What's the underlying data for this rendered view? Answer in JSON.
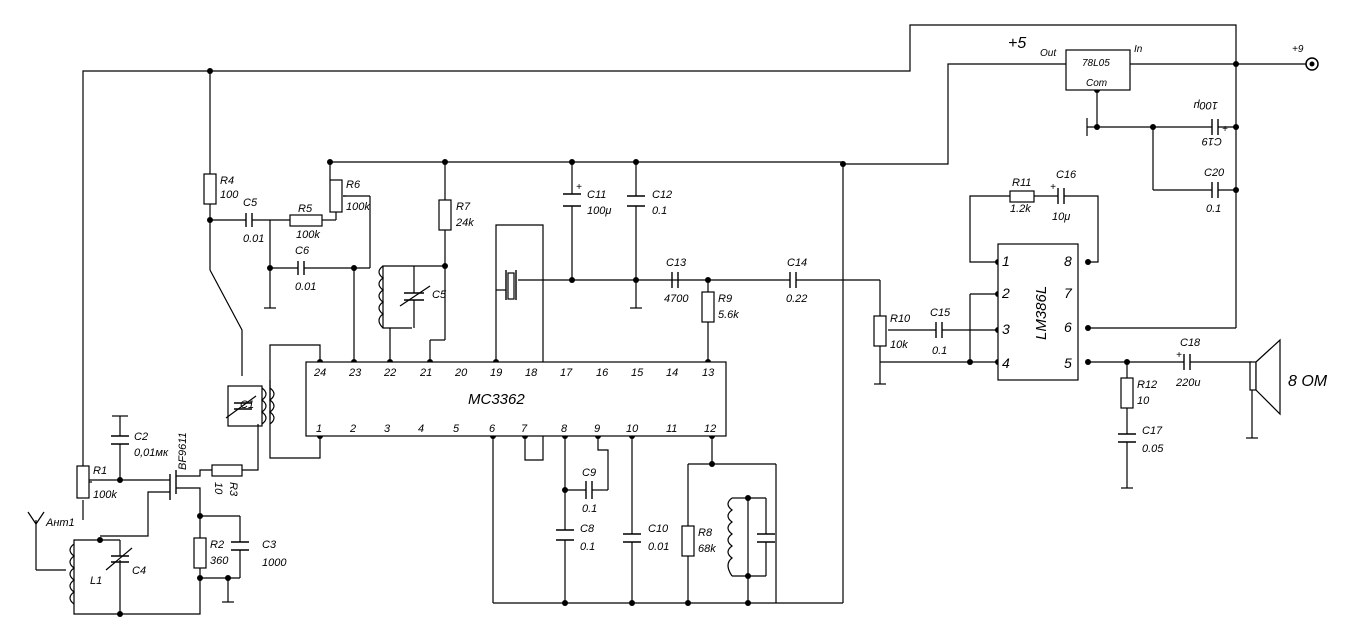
{
  "power": {
    "plus9": "+9",
    "plus5": "+5"
  },
  "regulator": {
    "name": "78L05",
    "out": "Out",
    "in": "In",
    "com": "Com"
  },
  "ic1": {
    "name": "MC3362",
    "top_pins": [
      "24",
      "23",
      "22",
      "21",
      "20",
      "19",
      "18",
      "17",
      "16",
      "15",
      "14",
      "13"
    ],
    "bottom_pins": [
      "1",
      "2",
      "3",
      "4",
      "5",
      "6",
      "7",
      "8",
      "9",
      "10",
      "11",
      "12"
    ]
  },
  "ic2": {
    "name": "LM386L",
    "left_pins": [
      "1",
      "2",
      "3",
      "4"
    ],
    "right_pins": [
      "8",
      "7",
      "6",
      "5"
    ]
  },
  "components": {
    "R1": {
      "ref": "R1",
      "val": "100k"
    },
    "R2": {
      "ref": "R2",
      "val": "360"
    },
    "R3": {
      "ref": "R3",
      "val": "10"
    },
    "R4": {
      "ref": "R4",
      "val": "100"
    },
    "R5": {
      "ref": "R5",
      "val": "100k"
    },
    "R6": {
      "ref": "R6",
      "val": "100k"
    },
    "R7": {
      "ref": "R7",
      "val": "24k"
    },
    "R8": {
      "ref": "R8",
      "val": "68k"
    },
    "R9": {
      "ref": "R9",
      "val": "5.6k"
    },
    "R10": {
      "ref": "R10",
      "val": "10k"
    },
    "R11": {
      "ref": "R11",
      "val": "1.2k"
    },
    "R12": {
      "ref": "R12",
      "val": "10"
    },
    "C1": {
      "ref": "C1",
      "val": ""
    },
    "C2": {
      "ref": "C2",
      "val": "0,01мк"
    },
    "C3": {
      "ref": "C3",
      "val": "1000"
    },
    "C4": {
      "ref": "C4",
      "val": ""
    },
    "C5a": {
      "ref": "C5",
      "val": "0.01"
    },
    "C5b": {
      "ref": "C5",
      "val": ""
    },
    "C6": {
      "ref": "C6",
      "val": "0.01"
    },
    "C8": {
      "ref": "C8",
      "val": "0.1"
    },
    "C9": {
      "ref": "C9",
      "val": "0.1"
    },
    "C10": {
      "ref": "C10",
      "val": "0.01"
    },
    "C11": {
      "ref": "C11",
      "val": "100μ"
    },
    "C12": {
      "ref": "C12",
      "val": "0.1"
    },
    "C13": {
      "ref": "C13",
      "val": "4700"
    },
    "C14": {
      "ref": "C14",
      "val": "0.22"
    },
    "C15": {
      "ref": "C15",
      "val": "0.1"
    },
    "C16": {
      "ref": "C16",
      "val": "10μ"
    },
    "C17": {
      "ref": "C17",
      "val": "0.05"
    },
    "C18": {
      "ref": "C18",
      "val": "220u"
    },
    "C19": {
      "ref": "C19",
      "val": "100μ"
    },
    "C20": {
      "ref": "C20",
      "val": "0.1"
    },
    "L1": {
      "ref": "L1"
    },
    "T1": {
      "ref": "BF9611"
    },
    "ANT": {
      "ref": "Ант1"
    },
    "SPK": {
      "val": "8 ОМ"
    }
  }
}
